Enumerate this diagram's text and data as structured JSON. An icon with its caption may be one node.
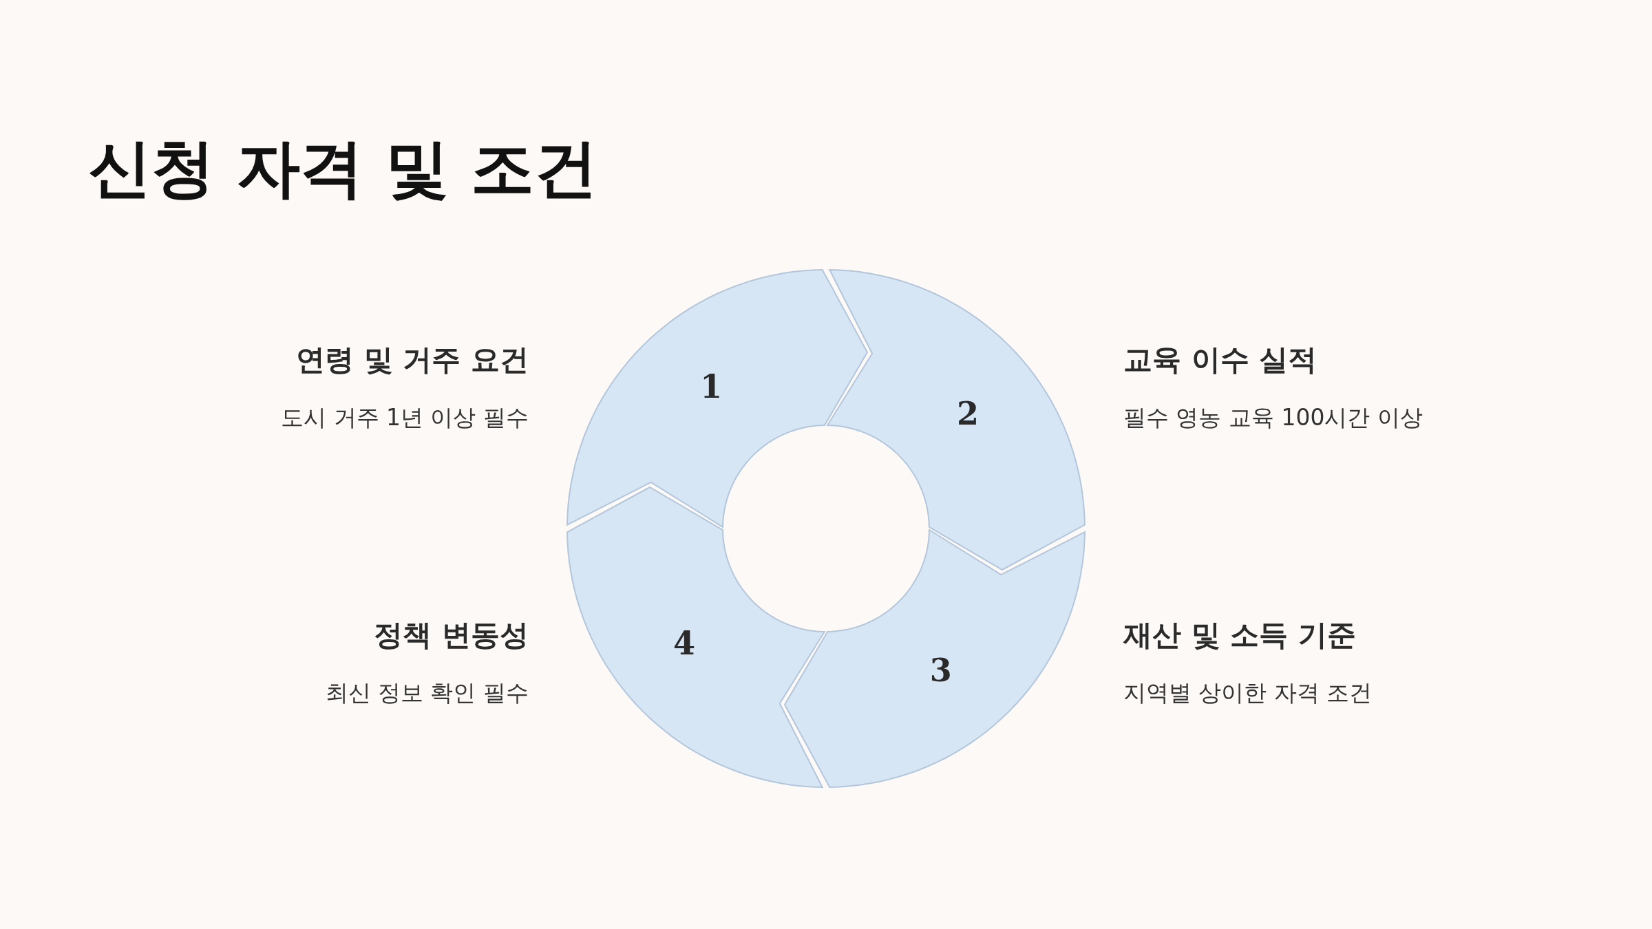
{
  "diagram": {
    "title": "신청 자격 및 조건",
    "nodes": [
      {
        "text": [
          "1"
        ],
        "beside": [
          "연령 및 거주 요건",
          "도시 거주 1년 이상 필수"
        ]
      },
      {
        "text": [
          "2"
        ],
        "beside": [
          "교육 이수 실적",
          "필수 영농 교육 100시간 이상"
        ]
      },
      {
        "text": [
          "3"
        ],
        "beside": [
          "재산 및 소득 기준",
          "지역별 상이한 자격 조건"
        ]
      },
      {
        "text": [
          "4"
        ],
        "beside": [
          "정책 변동성",
          "최신 정보 확인 필수"
        ]
      }
    ],
    "edges": []
  }
}
